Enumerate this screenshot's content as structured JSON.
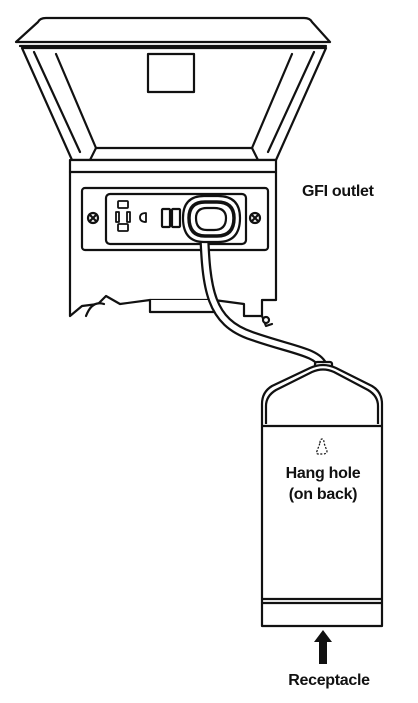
{
  "labels": {
    "gfi_outlet": "GFI outlet",
    "hang_hole_line1": "Hang hole",
    "hang_hole_line2": "(on back)",
    "receptacle": "Receptacle"
  },
  "colors": {
    "stroke": "#111111",
    "background": "#ffffff"
  },
  "icons": [
    "screw-icon",
    "hang-hole-icon",
    "up-arrow-icon"
  ]
}
